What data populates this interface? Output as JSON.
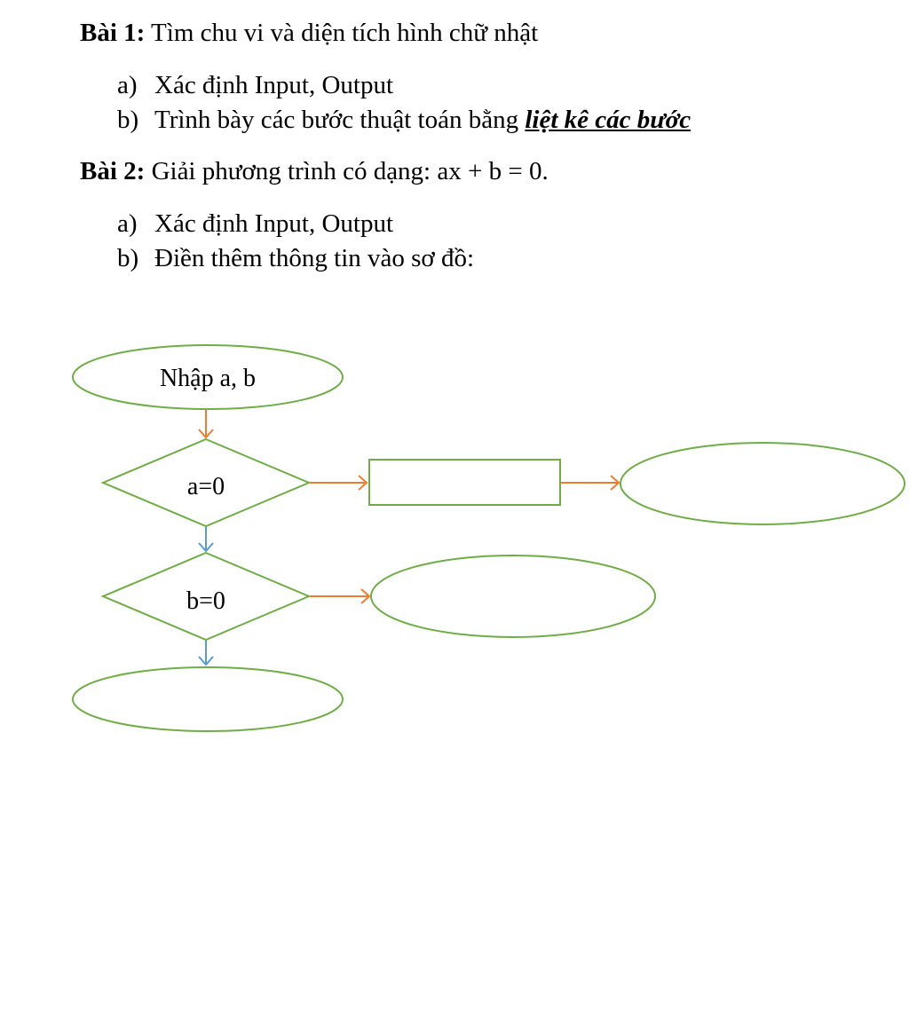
{
  "exercise1": {
    "label": "Bài 1:",
    "title": "Tìm chu vi và diện tích hình chữ nhật",
    "items": [
      {
        "marker": "a)",
        "text": "Xác định Input, Output",
        "emphasis": ""
      },
      {
        "marker": "b)",
        "text": "Trình bày các bước thuật toán bằng ",
        "emphasis": "liệt kê các bước"
      }
    ]
  },
  "exercise2": {
    "label": "Bài 2:",
    "title": "Giải phương trình có dạng: ax + b = 0.",
    "items": [
      {
        "marker": "a)",
        "text": "Xác định Input, Output"
      },
      {
        "marker": "b)",
        "text": "Điền thêm thông tin vào sơ đồ:"
      }
    ]
  },
  "flowchart": {
    "start_label": "Nhập a, b",
    "decision_a_label": "a=0",
    "decision_b_label": "b=0",
    "colors": {
      "shape_stroke": "#70ad47",
      "yes_arrow": "#ed7d31",
      "no_arrow": "#5b9bd5"
    }
  }
}
